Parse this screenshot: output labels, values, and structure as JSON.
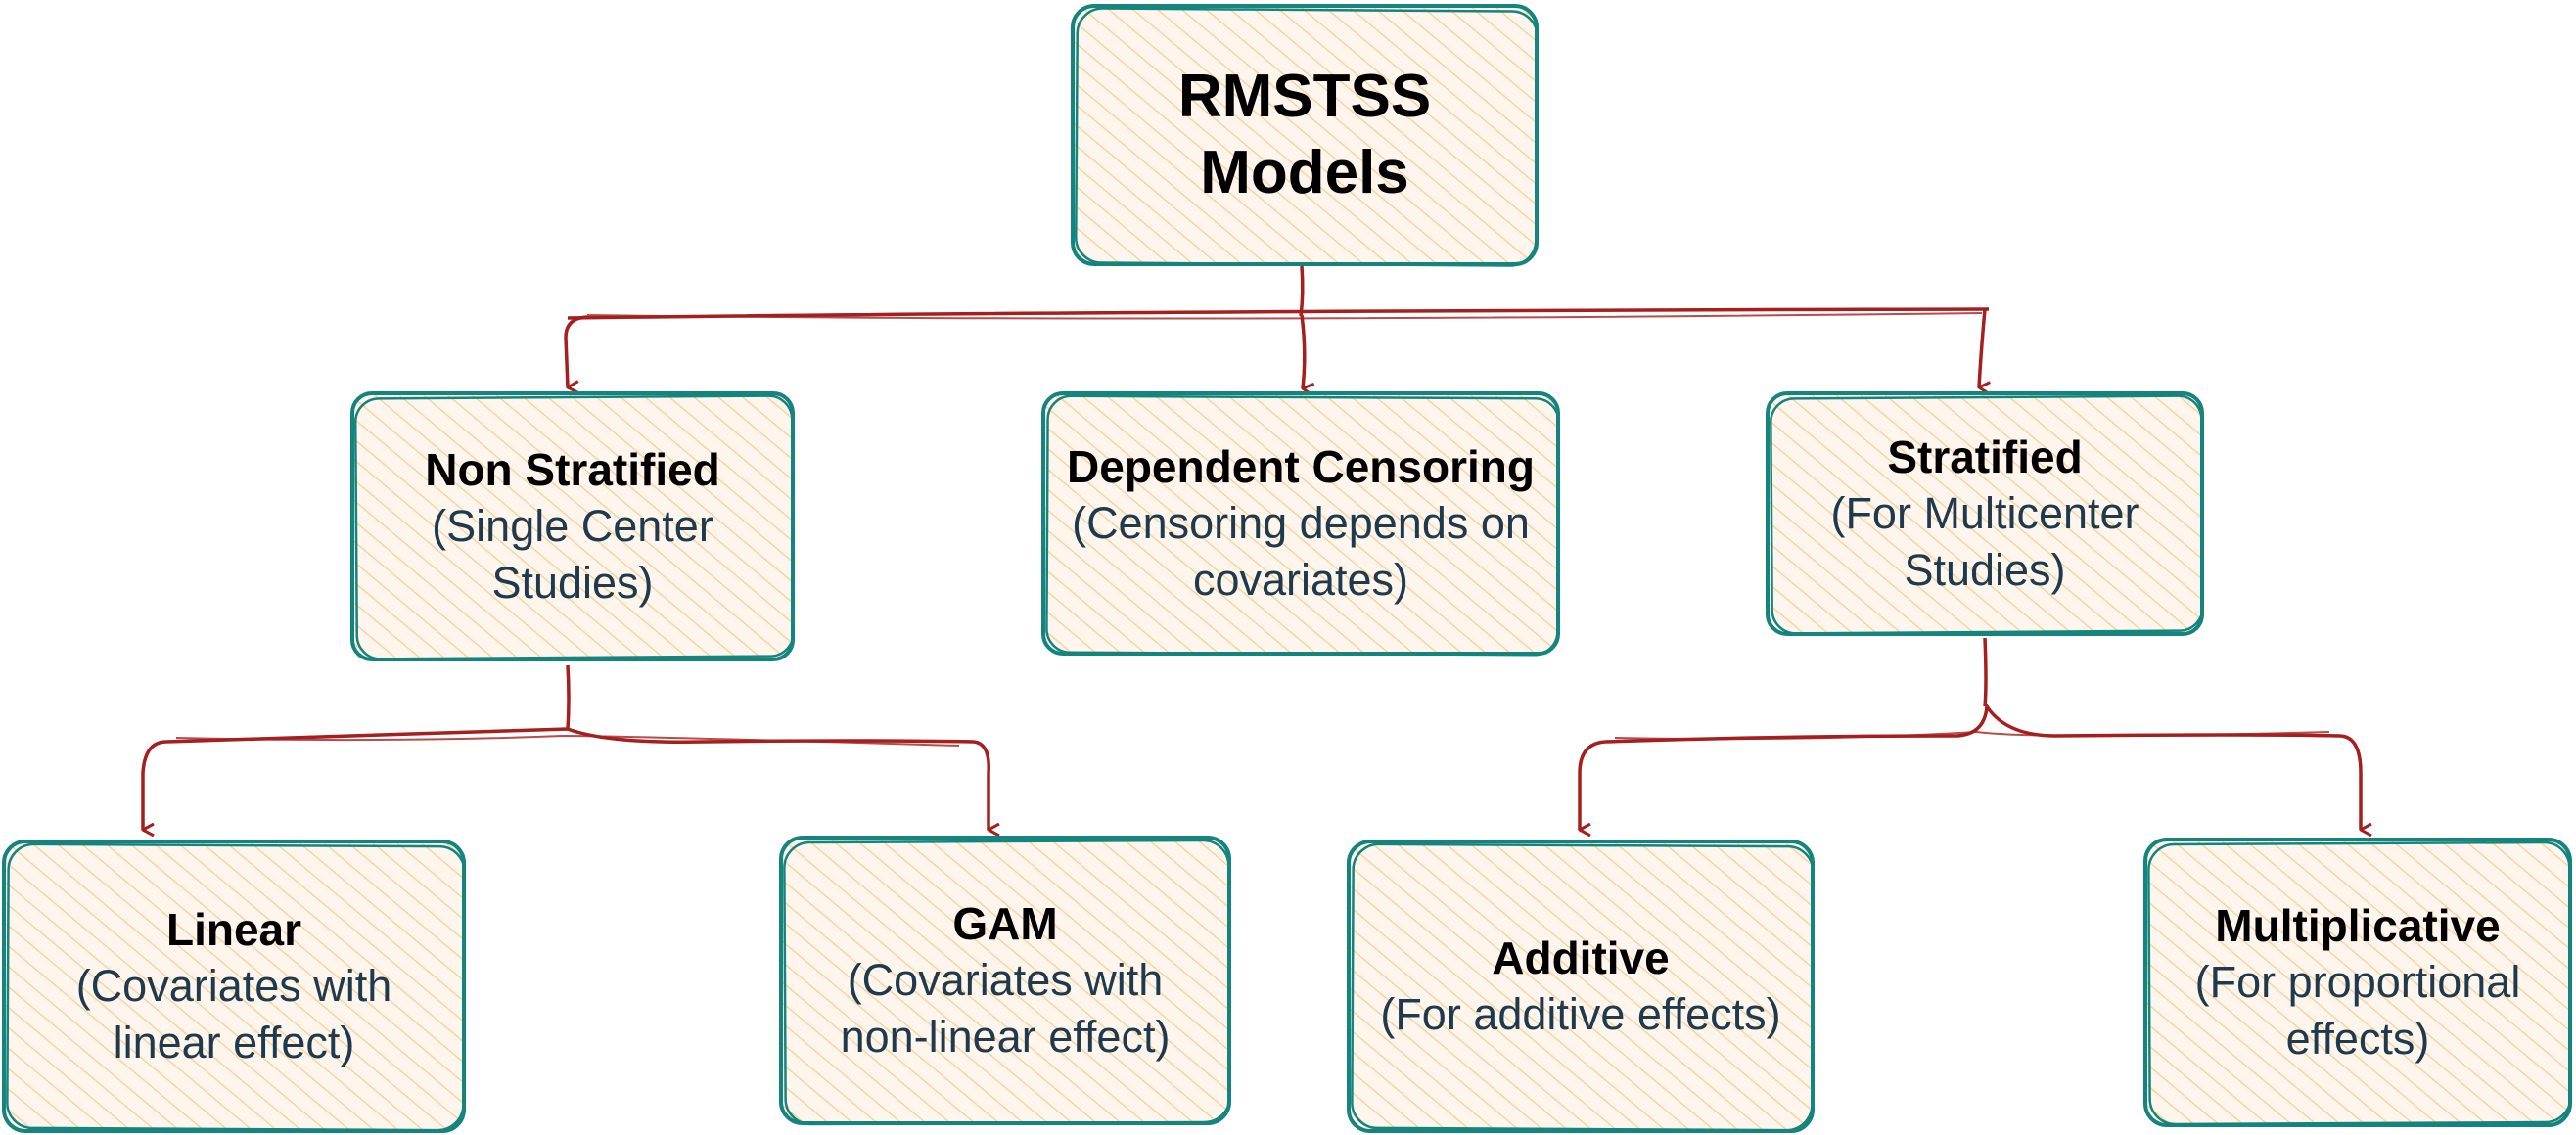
{
  "colors": {
    "box_stroke": "#14857e",
    "box_fill": "#fdf1e2",
    "hatch": "#f6c98d",
    "arrow": "#a61f1f",
    "title_text": "#000000",
    "subtitle_text": "#1f3a4d"
  },
  "nodes": {
    "root": {
      "title_lines": [
        "RMSTSS",
        "Models"
      ]
    },
    "non_stratified": {
      "title": "Non Stratified",
      "subtitle_lines": [
        "(Single Center",
        "Studies)"
      ]
    },
    "dependent_censoring": {
      "title": "Dependent Censoring",
      "subtitle_lines": [
        "(Censoring depends on",
        "covariates)"
      ]
    },
    "stratified": {
      "title": "Stratified",
      "subtitle_lines": [
        "(For Multicenter",
        "Studies)"
      ]
    },
    "linear": {
      "title": "Linear",
      "subtitle_lines": [
        "(Covariates with",
        "linear effect)"
      ]
    },
    "gam": {
      "title": "GAM",
      "subtitle_lines": [
        "(Covariates with",
        "non-linear effect)"
      ]
    },
    "additive": {
      "title": "Additive",
      "subtitle_lines": [
        "(For additive effects)"
      ]
    },
    "multiplicative": {
      "title": "Multiplicative",
      "subtitle_lines": [
        "(For proportional",
        "effects)"
      ]
    }
  }
}
